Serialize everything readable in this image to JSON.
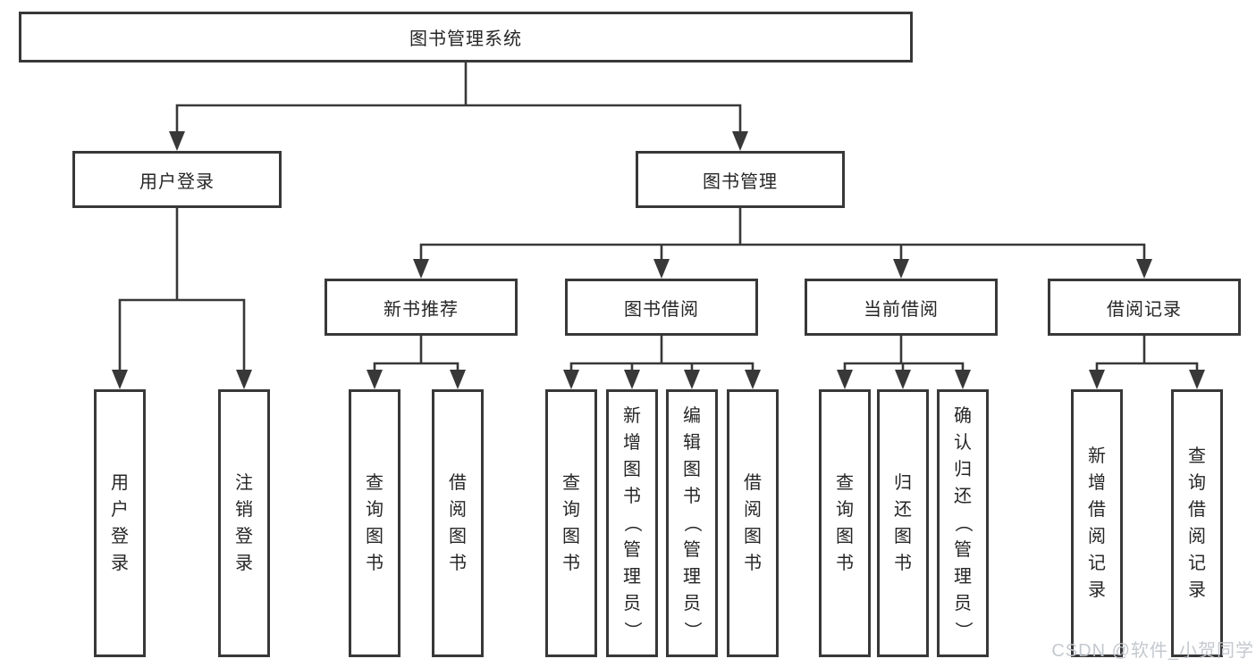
{
  "colors": {
    "line": "#383838",
    "box_border": "#383838",
    "text": "#262626",
    "watermark": "#c1c6cc"
  },
  "diagram": {
    "title": "图书管理系统",
    "children": [
      {
        "label": "用户登录",
        "children": [
          {
            "label": "用户登录"
          },
          {
            "label": "注销登录"
          }
        ]
      },
      {
        "label": "图书管理",
        "children": [
          {
            "label": "新书推荐",
            "children": [
              {
                "label": "查询图书"
              },
              {
                "label": "借阅图书"
              }
            ]
          },
          {
            "label": "图书借阅",
            "children": [
              {
                "label": "查询图书"
              },
              {
                "label": "新增图书（管理员）"
              },
              {
                "label": "编辑图书（管理员）"
              },
              {
                "label": "借阅图书"
              }
            ]
          },
          {
            "label": "当前借阅",
            "children": [
              {
                "label": "查询图书"
              },
              {
                "label": "归还图书"
              },
              {
                "label": "确认归还（管理员）"
              }
            ]
          },
          {
            "label": "借阅记录",
            "children": [
              {
                "label": "新增借阅记录"
              },
              {
                "label": "查询借阅记录"
              }
            ]
          }
        ]
      }
    ]
  },
  "watermark": "CSDN @软件_小贺同学"
}
